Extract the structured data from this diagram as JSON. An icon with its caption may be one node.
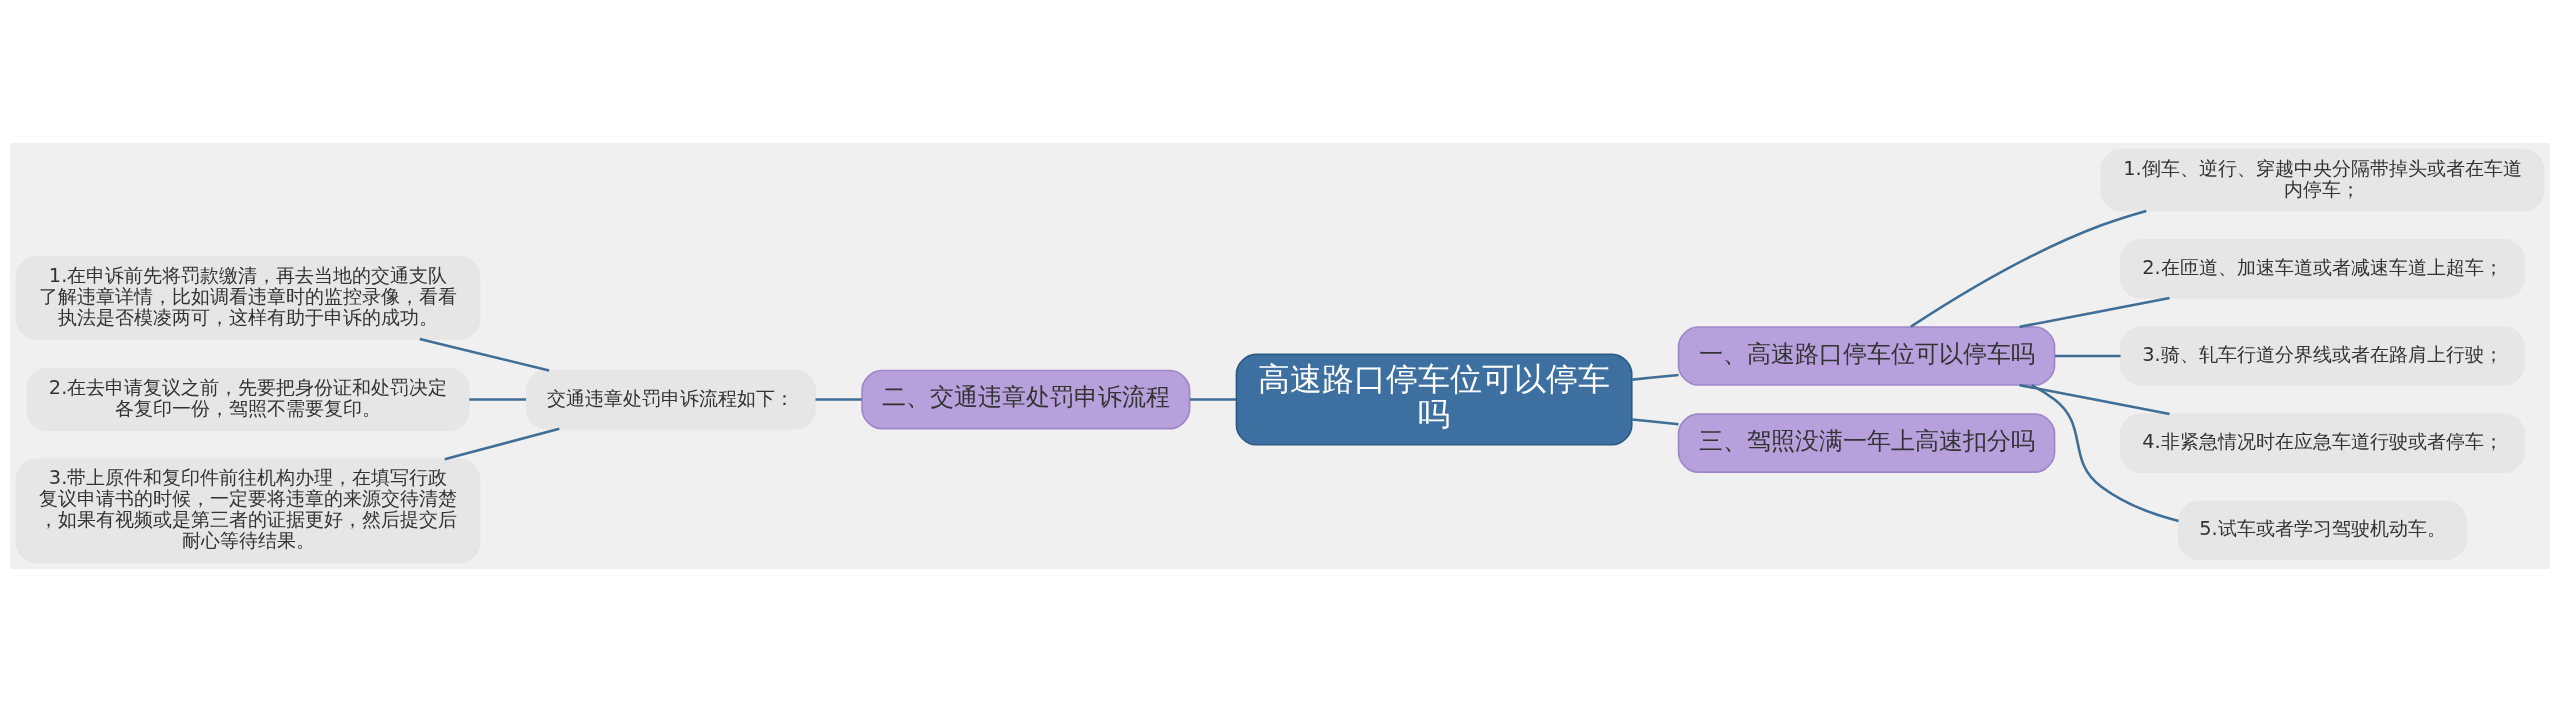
{
  "diagram": {
    "nodes": [
      {
        "text": [
          "高速路口停车位可以停车吗"
        ]
      },
      {
        "text": [
          "一、高速路口停车位可以停车吗"
        ]
      },
      {
        "text": [
          "1.倒车、逆行、穿越中央分隔带掉头或者在车道内停车；"
        ]
      },
      {
        "text": [
          "2.在匝道、加速车道或者减速车道上超车；"
        ]
      },
      {
        "text": [
          "3.骑、轧车行道分界线或者在路肩上行驶；"
        ]
      },
      {
        "text": [
          "4.非紧急情况时在应急车道行驶或者停车；"
        ]
      },
      {
        "text": [
          "5.试车或者学习驾驶机动车。"
        ]
      },
      {
        "text": [
          "三、驾照没满一年上高速扣分吗"
        ]
      },
      {
        "text": [
          "二、交通违章处罚申诉流程"
        ]
      },
      {
        "text": [
          "交通违章处罚申诉流程如下："
        ]
      },
      {
        "text": [
          "1.在申诉前先将罚款缴清，再去当地的交通支队了解违章详情，比如调看违章时的监控录像，看看执法是否模凌两可，这样有助于申诉的成功。"
        ]
      },
      {
        "text": [
          "2.在去申请复议之前，先要把身份证和处罚决定各复印一份，驾照不需要复印。"
        ]
      },
      {
        "text": [
          "3.带上原件和复印件前往机构办理，在填写行政复议申请书的时候，一定要将违章的来源交待清楚，如果有视频或是第三者的证据更好，然后提交后耐心等待结果。"
        ]
      }
    ],
    "edges": [
      {
        "from": 0,
        "to": 1,
        "arrow": "none"
      },
      {
        "from": 1,
        "to": 2,
        "arrow": "none"
      },
      {
        "from": 1,
        "to": 3,
        "arrow": "none"
      },
      {
        "from": 1,
        "to": 4,
        "arrow": "none"
      },
      {
        "from": 1,
        "to": 5,
        "arrow": "none"
      },
      {
        "from": 1,
        "to": 6,
        "arrow": "none"
      },
      {
        "from": 0,
        "to": 7,
        "arrow": "none"
      },
      {
        "from": 8,
        "to": 0,
        "arrow": "none"
      },
      {
        "from": 9,
        "to": 8,
        "arrow": "none"
      },
      {
        "from": 10,
        "to": 9,
        "arrow": "none"
      },
      {
        "from": 11,
        "to": 9,
        "arrow": "none"
      },
      {
        "from": 12,
        "to": 9,
        "arrow": "none"
      }
    ]
  }
}
